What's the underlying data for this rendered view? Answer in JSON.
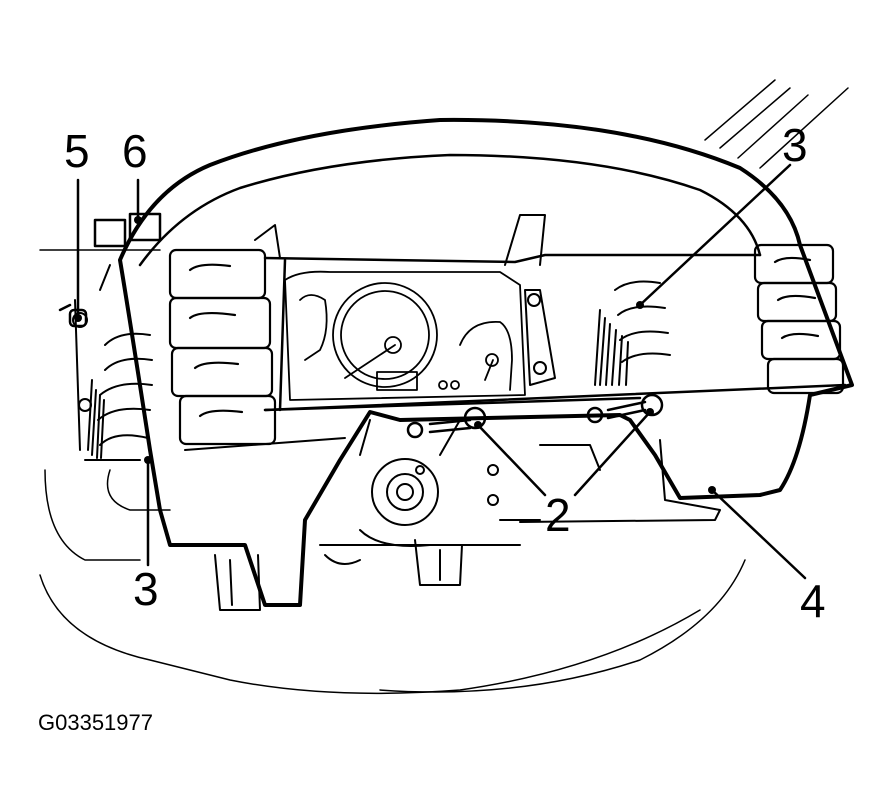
{
  "callouts": {
    "c5": "5",
    "c6": "6",
    "c3_right": "3",
    "c3_left": "3",
    "c2": "2",
    "c4": "4"
  },
  "figure_id": "G03351977",
  "colors": {
    "line": "#000000",
    "background": "#ffffff"
  }
}
